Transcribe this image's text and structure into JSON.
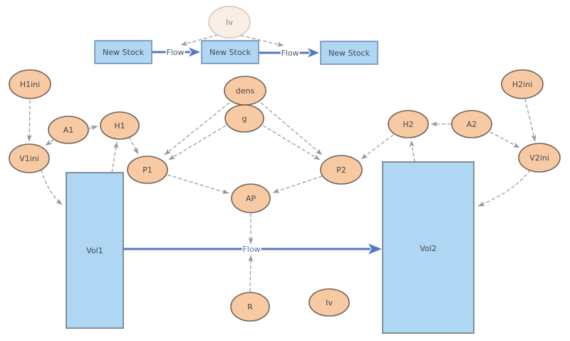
{
  "colors": {
    "variable_fill": "#F8CAA3",
    "variable_border": "#6F6259",
    "ghost_variable_fill": "#FAEDE4",
    "ghost_variable_border": "#CFC4BB",
    "stock_fill": "#AFD6F3",
    "stock_border_blue": "#6E8FB5",
    "stock_border_gray": "#707880",
    "flow_arrow": "#5579C0",
    "dashed_link": "#9B9B9B",
    "label_text": "#45484C"
  },
  "top_model": {
    "ghost_variable": "Iv",
    "stocks": [
      "New Stock",
      "New Stock",
      "New Stock"
    ],
    "flow_labels": [
      "Flow",
      "Flow"
    ]
  },
  "main_model": {
    "stocks": [
      "Vol1",
      "Vol2"
    ],
    "flow_label": "Flow",
    "variables": {
      "h1ini": "H1ini",
      "a1": "A1",
      "h1": "H1",
      "v1ini": "V1ini",
      "p1": "P1",
      "dens": "dens",
      "g": "g",
      "ap": "AP",
      "p2": "P2",
      "h2": "H2",
      "a2": "A2",
      "h2ini": "H2ini",
      "v2ini": "V2ini",
      "r": "R",
      "iv": "Iv"
    },
    "links": [
      "H1ini->V1ini",
      "A1->V1ini",
      "A1->H1",
      "V1ini->Vol1",
      "Vol1->H1",
      "H1->P1",
      "dens->P1",
      "g->P1",
      "dens->P2",
      "g->P2",
      "P1->AP",
      "P2->AP",
      "AP->Flow",
      "R->Flow",
      "H2->P2",
      "A2->H2",
      "A2->V2ini",
      "H2ini->V2ini",
      "V2ini->Vol2",
      "Vol2->H2",
      "Iv->Flow1",
      "Iv->Flow2"
    ]
  }
}
